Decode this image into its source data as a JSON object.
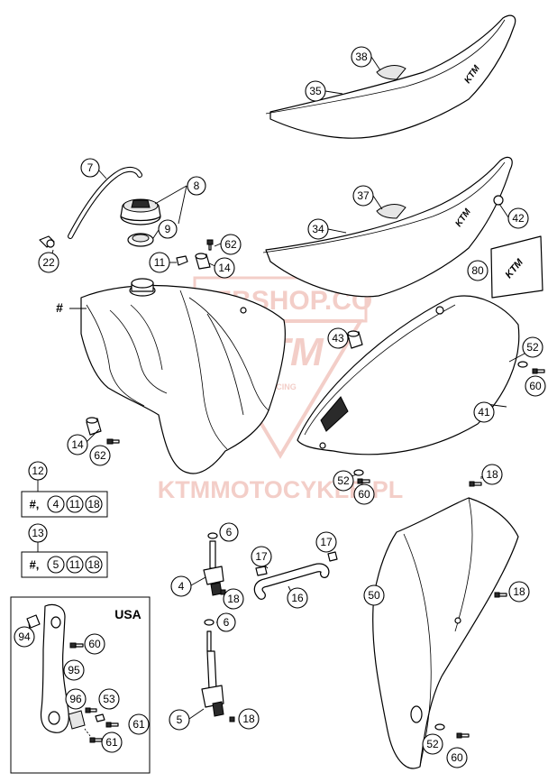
{
  "watermark": {
    "top_text": "WEBSHOP.CO",
    "logo_text": "KTM",
    "racing_text": "RACING",
    "bottom_text": "KTMMOTOCYKLE.PL",
    "color": "#f1c6bf"
  },
  "callouts": {
    "c38": "38",
    "c35": "35",
    "c37": "37",
    "c34": "34",
    "c42": "42",
    "c80": "80",
    "c7": "7",
    "c8": "8",
    "c9": "9",
    "c22": "22",
    "c62a": "62",
    "c11": "11",
    "c14a": "14",
    "c43": "43",
    "c52a": "52",
    "c60a": "60",
    "c41": "41",
    "c14b": "14",
    "c62b": "62",
    "c52b": "52",
    "c60b": "60",
    "c18a": "18",
    "c12": "12",
    "c13": "13",
    "c6a": "6",
    "c4": "4",
    "c18b": "18",
    "c17a": "17",
    "c17b": "17",
    "c16": "16",
    "c50": "50",
    "c18c": "18",
    "c6b": "6",
    "c5": "5",
    "c18d": "18",
    "c94": "94",
    "c60c": "60",
    "c95": "95",
    "c96": "96",
    "c53": "53",
    "c61a": "61",
    "c61b": "61",
    "c52c": "52",
    "c60d": "60"
  },
  "tank_marker": "#",
  "kits": {
    "k12": {
      "prefix": "#,",
      "parts": [
        "4",
        "11",
        "18"
      ]
    },
    "k13": {
      "prefix": "#,",
      "parts": [
        "5",
        "11",
        "18"
      ]
    }
  },
  "usa_label": "USA",
  "decal_text": "KTM"
}
